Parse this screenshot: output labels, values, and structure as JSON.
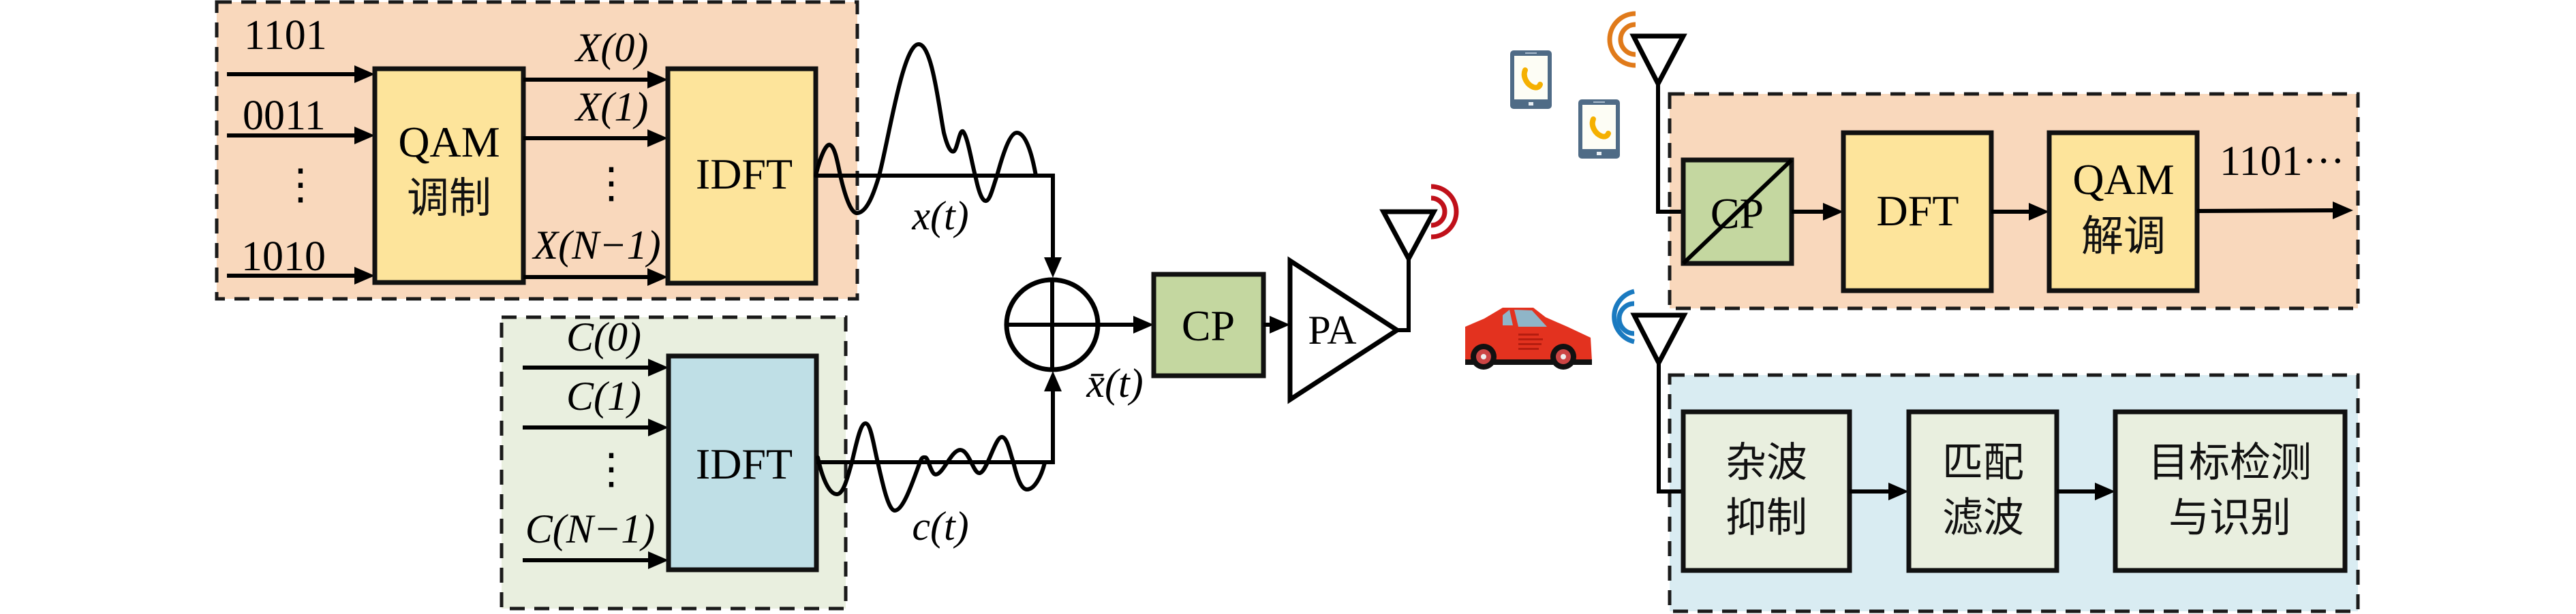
{
  "diagram": {
    "transmitter": {
      "comm_block": {
        "bit_inputs": [
          "1101",
          "0011",
          "⋮",
          "1010"
        ],
        "modulator": {
          "line1": "QAM",
          "line2": "调制"
        },
        "symbol_labels": [
          "X(0)",
          "X(1)",
          "⋮",
          "X(N−1)"
        ],
        "ifft": "IDFT",
        "output_signal": "x(t)"
      },
      "sensing_block": {
        "symbol_labels": [
          "C(0)",
          "C(1)",
          "⋮",
          "C(N−1)"
        ],
        "ifft": "IDFT",
        "output_signal": "c(t)"
      },
      "sum_output": "x̄(t)",
      "cp_add": "CP",
      "power_amp": "PA"
    },
    "receiver": {
      "comm_chain": {
        "cp_remove": "CP",
        "dft": "DFT",
        "demodulator": {
          "line1": "QAM",
          "line2": "解调"
        },
        "output_bits": "1101···"
      },
      "sensing_chain": {
        "clutter": {
          "line1": "杂波",
          "line2": "抑制"
        },
        "matched_filter": {
          "line1": "匹配",
          "line2": "滤波"
        },
        "detection": {
          "line1": "目标检测",
          "line2": "与识别"
        }
      }
    },
    "colors": {
      "comm_region": "#f9d8bc",
      "sensing_region_tx": "#e9efdf",
      "sensing_region_rx": "#d9ecf2",
      "yellow_block": "#fde49b",
      "blue_block": "#bfdfe6",
      "green_block": "#c4d7a0",
      "sense_block": "#e9efdf",
      "tx_wave": "#c0101a",
      "rx_comm_wave": "#e07a1a",
      "rx_sense_wave": "#1a7ac0",
      "phone_body": "#4f6b86",
      "phone_handset": "#f5b000",
      "car": "#e3321f"
    },
    "icons": [
      "antenna-icon",
      "phone-icon",
      "car-icon",
      "adder-icon",
      "amplifier-icon"
    ]
  }
}
